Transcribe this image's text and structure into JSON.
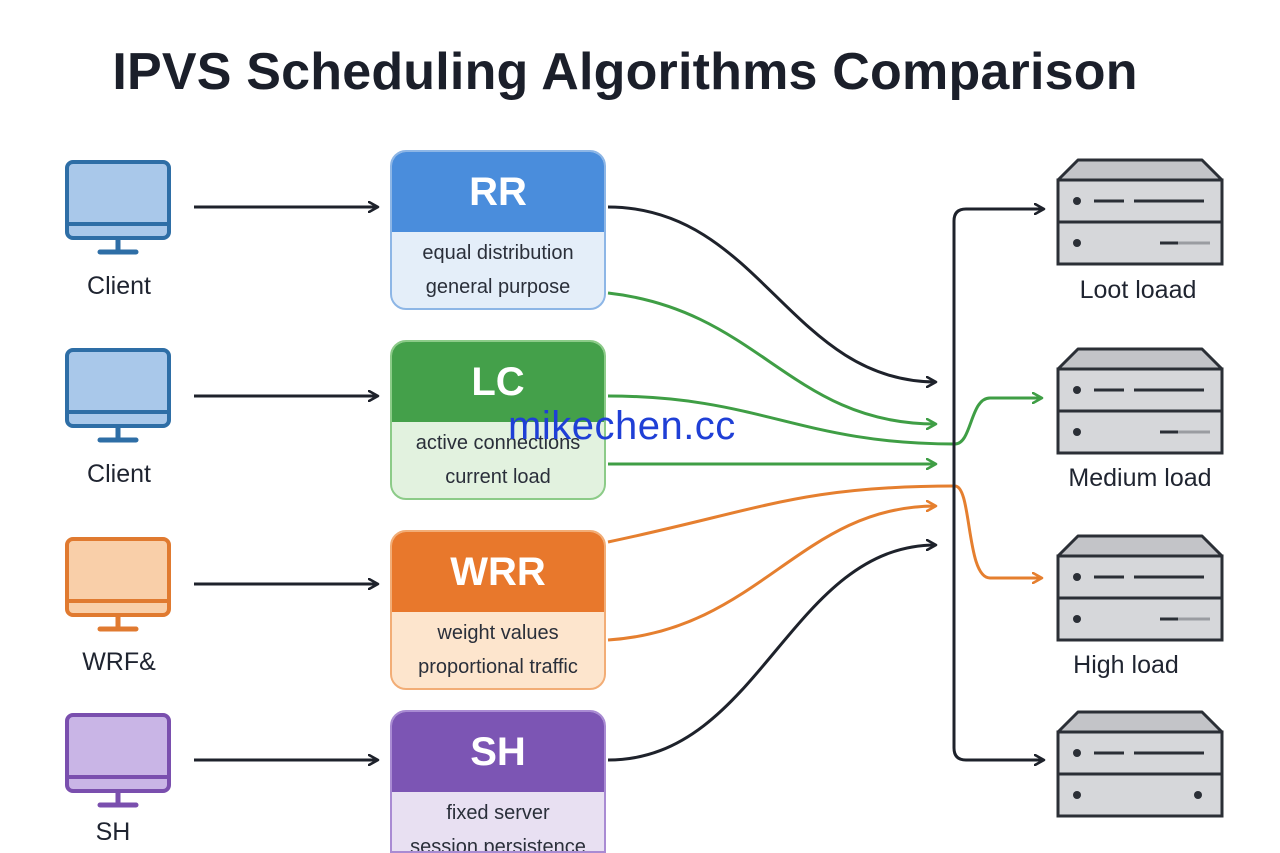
{
  "title": "IPVS Scheduling Algorithms Comparison",
  "clients": [
    {
      "label": "Client",
      "color": "#2e6ea6",
      "fill": "#a9c8ea"
    },
    {
      "label": "Client",
      "color": "#2e6ea6",
      "fill": "#a9c8ea"
    },
    {
      "label": "WRF&",
      "color": "#e07a30",
      "fill": "#f9cfa9"
    },
    {
      "label": "SH",
      "color": "#7a4fae",
      "fill": "#c9b5e6"
    }
  ],
  "algorithms": [
    {
      "name": "RR",
      "line1": "equal distribution",
      "line2": "general purpose",
      "head": "#4a8ddc",
      "body": "#e4eef9",
      "border": "#8db6e6"
    },
    {
      "name": "LC",
      "line1": "active connections",
      "line2": "current load",
      "head": "#44a04a",
      "body": "#e2f2df",
      "border": "#8ccb88"
    },
    {
      "name": "WRR",
      "line1": "weight values",
      "line2": "proportional traffic",
      "head": "#e8782c",
      "body": "#fde5cd",
      "border": "#f2ad76"
    },
    {
      "name": "SH",
      "line1": "fixed server",
      "line2": "session persistence",
      "head": "#7c55b4",
      "body": "#e8e0f2",
      "border": "#a98bd3"
    }
  ],
  "servers": [
    {
      "label": "Loot loaad"
    },
    {
      "label": "Medium load"
    },
    {
      "label": "High load"
    },
    {
      "label": ""
    }
  ],
  "colors": {
    "dark": "#1e222b",
    "green": "#3f9e45",
    "orange": "#e57f2f",
    "server_fill": "#d6d7da",
    "server_stroke": "#2b2f36"
  },
  "watermark": "mikechen.cc"
}
